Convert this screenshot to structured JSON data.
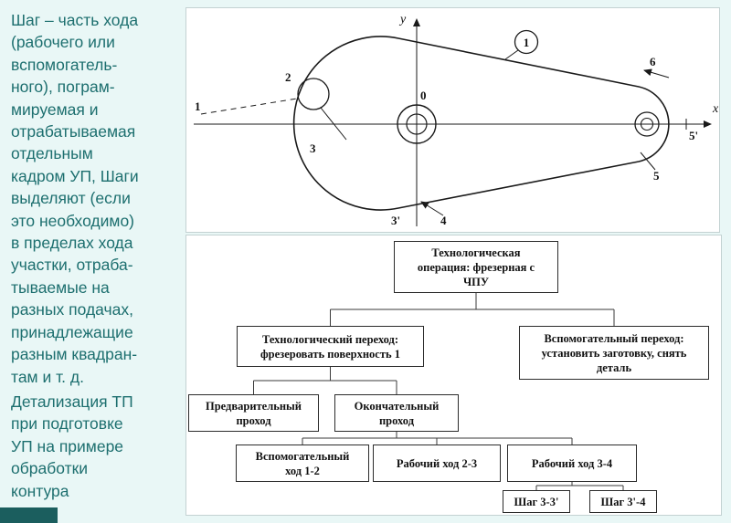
{
  "slide": {
    "background_color": "#E9F7F6",
    "accent_bar_color": "#1B5E5E",
    "text_color": "#1D6F6F"
  },
  "sidebar": {
    "definition": "Шаг – часть хода\n(рабочего или\nвспомогатель-\nного), пограм-\nмируемая и\nотрабатываемая\nотдельным\nкадром УП, Шаги\nвыделяют (если\nэто необходимо)\nв пределах хода\nучастки, отраба-\nтываемые на\nразных подачах,\nпринадлежащие\nразным квадран-\nтам и т. д.",
    "caption": "Детализация ТП\nпри подготовке\nУП на примере\nобработки\nконтура"
  },
  "diagram": {
    "y_axis_label": "y",
    "x_axis_label": "x",
    "origin_label": "0",
    "balloon_label": "1",
    "labels": {
      "p1": "1",
      "p2": "2",
      "p3": "3",
      "p3prime": "3'",
      "p4": "4",
      "p5": "5",
      "p5prime": "5'",
      "p6": "6"
    }
  },
  "flowchart": {
    "operation": "Технологическая\nоперация: фрезерная с\nЧПУ",
    "tech_transition": "Технологический переход:\nфрезеровать поверхность 1",
    "aux_transition": "Вспомогательный переход:\nустановить заготовку, снять\nдеталь",
    "preliminary_pass": "Предварительный\nпроход",
    "final_pass": "Окончательный\nпроход",
    "aux_move_12": "Вспомогательный\nход  1-2",
    "work_move_23": "Рабочий ход 2-3",
    "work_move_34": "Рабочий ход  3-4",
    "step_33": "Шаг 3-3'",
    "step_34": "Шаг 3'-4"
  }
}
